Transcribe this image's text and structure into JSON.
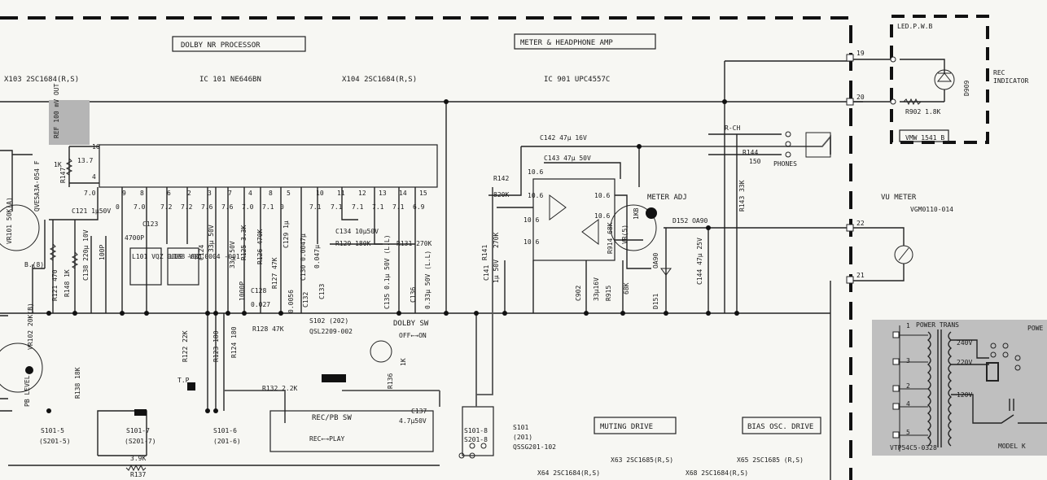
{
  "blocks": {
    "dolby": "DOLBY NR PROCESSOR",
    "meter_amp": "METER & HEADPHONE AMP",
    "muting": "MUTING DRIVE",
    "bias": "BIAS OSC. DRIVE",
    "rec_pb": "REC/PB SW",
    "rec_play": "REC←→PLAY",
    "dolby_sw": "DOLBY SW",
    "off_on": "OFF←→ON"
  },
  "parts": {
    "x103": "X103 2SC1684(R,S)",
    "ic101": "IC 101 NE646BN",
    "x104": "X104 2SC1684(R,S)",
    "ic901": "IC 901 UPC4557C",
    "x63": "X63 2SC1685(R,S)",
    "x64": "X64 2SC1684(R,S)",
    "x65": "X65 2SC1685 (R,S)",
    "x68": "X68 2SC1684(R,S)",
    "qvr": "QVE5A3A-054 F",
    "vr101": "VR101 50K(A)",
    "vr102": "VR102 20K(B)",
    "pb_level": "PB LEVEL",
    "ref": "REF 100 mV OUT",
    "c142": "C142 47μ 16V",
    "c143": "C143 47μ 50V",
    "r142": "R142",
    "r142v": "820K",
    "r141": "R141",
    "r141v": "270K",
    "c141": "C141",
    "c141v": "1μ 50V",
    "meter_adj": "METER ADJ",
    "vr5": "VR(5)",
    "vr5v": "1KB",
    "r914": "R914 68K",
    "d152": "D152 OA90",
    "oa90": "OA90",
    "d151": "D151",
    "c144": "C144 47μ 25V",
    "c902": "C902",
    "c902v": "33μ16V",
    "r915": "R915",
    "r915v": "68K",
    "rch": "R-CH",
    "r144": "R144",
    "r144v": "150",
    "phones": "PHONES",
    "r143": "R143 33K",
    "vu": "VU METER",
    "vgm": "VGM0110-014",
    "led": "LED.P.W.B",
    "d909": "D909",
    "rec_ind1": "REC",
    "rec_ind2": "INDICATOR",
    "r902": "R902 1.8K",
    "vmw": "VMW 1541 B",
    "t19": "19",
    "t20": "20",
    "t22": "22",
    "t21": "21",
    "power_trans": "POWER TRANS",
    "powe": "POWE",
    "v240": "240V",
    "v220": "220V",
    "v120": "120V",
    "vtp": "VTP54C5-0328",
    "model": "MODEL K",
    "r147": "R147",
    "r147v": "1K",
    "v137": "13.7",
    "n16": "16",
    "n4": "4",
    "v70": "7.0",
    "c121": "C121 1μ50V",
    "c123": "C123",
    "c123v": "4700P",
    "l101": "L101 VQZ 0009 -001",
    "l103": "L103 VQZ 0004 -001",
    "c124": "C124",
    "c124v": "33μ 50V",
    "c125": "C125",
    "c125v": "33μ 50V",
    "r125": "R125 3.3K",
    "r126": "R126 470K",
    "r127": "R127 47K",
    "c127": "C127",
    "c129": "C129 1μ",
    "c130": "C130 0.0047μ",
    "c131": "0.047μ",
    "c134": "C134 10μ50V",
    "r129": "R129 180K",
    "r131": "R131 270K",
    "c135": "C135 0.1μ 50V (L.L)",
    "c136": "C136",
    "c136v": "0.33μ 50V (L.L)",
    "c128": "C128",
    "c128v": "0.027",
    "c1000p": "1000P",
    "c0056": "0.0056",
    "c132": "C132",
    "c133": "C133",
    "r128": "R128 47K",
    "s102": "S102 (202)",
    "qsl": "QSL2209-002",
    "r136": "R136",
    "r136v": "1K",
    "c137": "C137",
    "c137v": "4.7μ50V",
    "r132": "R132 2.2K",
    "tp": "T.P",
    "r122": "R122 22K",
    "r123": "R123 180",
    "r124": "R124 180",
    "r138": "R138 18K",
    "r121": "R121 470",
    "r148": "R148 1K",
    "c138": "C138 220μ 10V",
    "c100p": "100P",
    "s1015": "S101-5",
    "s2015": "(S201-5)",
    "s1017": "S101-7",
    "s2017": "(S201-7)",
    "s1016": "S101-6",
    "s2016": "(201-6)",
    "s1018": "S101-8",
    "s2018": "S201-8",
    "s101": "S101",
    "s101b": "(201)",
    "qssg": "QSSG201-102",
    "r137": "R137",
    "r137v": "3.9K",
    "b1": "B.(8)"
  },
  "pins": {
    "top": [
      "9",
      "8",
      "6",
      "2",
      "3",
      "7",
      "4",
      "8",
      "5",
      "10",
      "11",
      "12",
      "13",
      "14",
      "15"
    ],
    "volts": [
      "0",
      "7.0",
      "7.2",
      "7.2",
      "7.6",
      "7.6",
      "7.0",
      "7.1",
      "0",
      "7.1",
      "7.1",
      "7.1",
      "7.1",
      "7.1",
      "6.9"
    ],
    "opamp": [
      "10.6",
      "10.6",
      "10.6",
      "10.6",
      "10.6",
      "10.6"
    ]
  }
}
